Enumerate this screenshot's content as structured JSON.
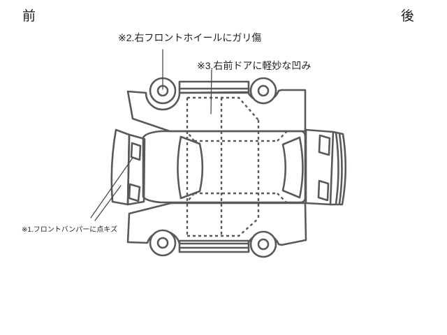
{
  "page": {
    "background": "#ffffff"
  },
  "orientation_labels": {
    "front": "前",
    "rear": "後"
  },
  "annotations": {
    "note1": "※1.フロントバンパーに点キズ",
    "note2": "※2.右フロントホイールにガリ傷",
    "note3": "※3.右前ドアに軽妙な凹み"
  },
  "diagram": {
    "line_color": "#58595b",
    "leader_line_color": "#4a4a4a",
    "text_color": "#1a1a1a",
    "wheel_fill": "#ffffff"
  }
}
